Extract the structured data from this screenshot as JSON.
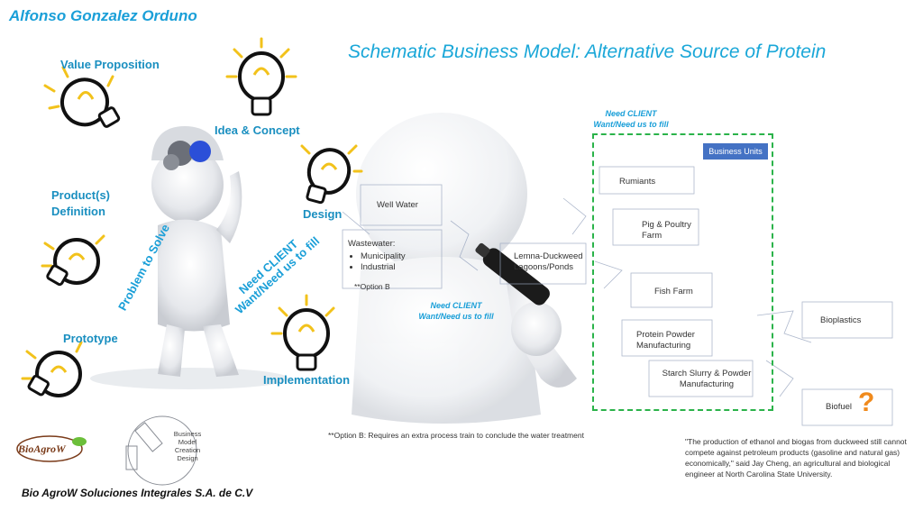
{
  "author": "Alfonso Gonzalez Orduno",
  "title": "Schematic  Business Model:  Alternative Source of Protein",
  "stages": {
    "value_proposition": "Value Proposition",
    "idea_concept": "Idea & Concept",
    "design": "Design",
    "product_definition_1": "Product(s)",
    "product_definition_2": "Definition",
    "prototype": "Prototype",
    "implementation": "Implementation"
  },
  "rotated": {
    "problem": "Problem to Solve",
    "need_line1": "Need CLIENT",
    "need_line2": "Want/Need us to fill"
  },
  "need_top": {
    "line1": "Need CLIENT",
    "line2": "Want/Need us to fill"
  },
  "need_mid": {
    "line1": "Need CLIENT",
    "line2": "Want/Need us to fill"
  },
  "sources": {
    "well_water": "Well Water",
    "wastewater": "Wastewater:",
    "items": [
      "Municipality",
      "Industrial"
    ],
    "option_b": "**Option B"
  },
  "lemna": {
    "line1": "Lemna-Duckweed",
    "line2": "Lagoons/Ponds"
  },
  "business_units": {
    "tag": "Business Units",
    "rumiants": "Rumiants",
    "pig_poultry_1": "Pig & Poultry",
    "pig_poultry_2": "Farm",
    "fish_farm": "Fish Farm",
    "protein_1": "Protein Powder",
    "protein_2": "Manufacturing",
    "starch_1": "Starch Slurry & Powder",
    "starch_2": "Manufacturing"
  },
  "outputs": {
    "bioplastics": "Bioplastics",
    "biofuel": "Biofuel",
    "question_mark": "?"
  },
  "option_b_note": "**Option B: Requires an extra process train to conclude the water treatment",
  "logo": "BioAgroW",
  "bmcd": {
    "line1": "Business",
    "line2": "Model",
    "line3": "Creation",
    "line4": "Design"
  },
  "company": "Bio AgroW Soluciones Integrales S.A. de C.V",
  "quote": "\"The production of ethanol and biogas from duckweed still cannot compete against petroleum products (gasoline and natural gas) economically,\" said Jay Cheng, an agricultural and biological engineer at North Carolina State University.",
  "colors": {
    "accent": "#1a9fd8",
    "frame": "#2bb34a",
    "tag": "#4472c4",
    "bulb": "#f2c21b",
    "question": "#f08a1c"
  },
  "icons": [
    "lightbulb-icon",
    "person-figure",
    "marker-pen"
  ]
}
